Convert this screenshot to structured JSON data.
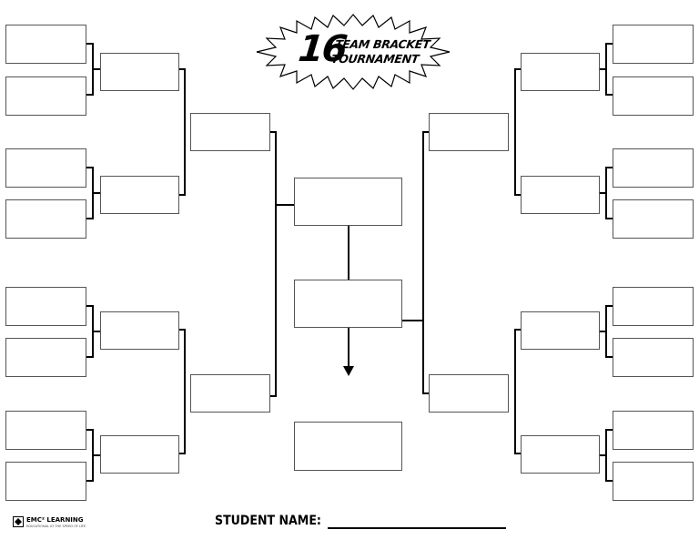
{
  "title": {
    "number": "16",
    "line1": "TEAM BRACKET",
    "line2": "TOURNAMENT"
  },
  "student": {
    "label": "STUDENT NAME:",
    "value": ""
  },
  "logo": {
    "name": "EMC² LEARNING",
    "tagline": "EDUCATIONAL AT THE SPEED OF LIFE"
  },
  "bracket": {
    "left_round1": [
      "",
      "",
      "",
      "",
      "",
      "",
      "",
      ""
    ],
    "left_round2": [
      "",
      "",
      "",
      ""
    ],
    "left_round3": [
      "",
      ""
    ],
    "right_round1": [
      "",
      "",
      "",
      "",
      "",
      "",
      "",
      ""
    ],
    "right_round2": [
      "",
      "",
      "",
      ""
    ],
    "right_round3": [
      "",
      ""
    ],
    "final": [
      "",
      ""
    ],
    "champion": ""
  },
  "colors": {
    "line": "#000000",
    "box_border": "#555555",
    "background": "#ffffff"
  }
}
